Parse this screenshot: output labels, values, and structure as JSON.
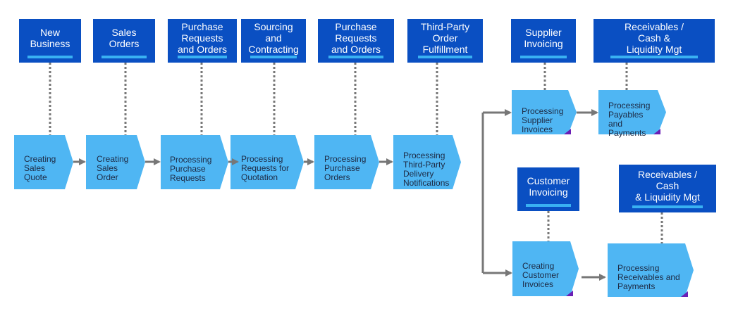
{
  "colors": {
    "header_fill": "#0a4fc2",
    "header_underline": "#39b1f2",
    "header_text": "#ffffff",
    "step_fill": "#4fb6f3",
    "step_text": "#1d2a44",
    "connector": "#777777",
    "corner_marker": "#6a1fb5"
  },
  "headers": [
    {
      "id": "new-business",
      "label": "New\nBusiness"
    },
    {
      "id": "sales-orders",
      "label": "Sales\nOrders"
    },
    {
      "id": "purchase-requests-1",
      "label": "Purchase\nRequests\nand Orders"
    },
    {
      "id": "sourcing",
      "label": "Sourcing\nand\nContracting"
    },
    {
      "id": "purchase-requests-2",
      "label": "Purchase\nRequests\nand Orders"
    },
    {
      "id": "third-party",
      "label": "Third-Party\nOrder\nFulfillment"
    },
    {
      "id": "supplier-invoicing",
      "label": "Supplier\nInvoicing"
    },
    {
      "id": "receivables-1",
      "label": "Receivables /\nCash &\nLiquidity Mgt"
    },
    {
      "id": "customer-invoicing",
      "label": "Customer\nInvoicing"
    },
    {
      "id": "receivables-2",
      "label": "Receivables /\nCash\n& Liquidity Mgt"
    }
  ],
  "steps": [
    {
      "id": "creating-sales-quote",
      "label": "Creating\nSales\nQuote"
    },
    {
      "id": "creating-sales-order",
      "label": "Creating\nSales\nOrder"
    },
    {
      "id": "processing-purchase-requests",
      "label": "Processing\nPurchase\nRequests"
    },
    {
      "id": "processing-rfq",
      "label": "Processing\nRequests for\nQuotation"
    },
    {
      "id": "processing-purchase-orders",
      "label": "Processing\nPurchase\nOrders"
    },
    {
      "id": "processing-third-party",
      "label": "Processing\nThird-Party\nDelivery\nNotifications"
    },
    {
      "id": "processing-supplier-invoices",
      "label": "Processing\nSupplier\nInvoices"
    },
    {
      "id": "processing-payables",
      "label": "Processing\nPayables\nand\nPayments"
    },
    {
      "id": "creating-customer-invoices",
      "label": "Creating\nCustomer\nInvoices"
    },
    {
      "id": "processing-receivables",
      "label": "Processing\nReceivables and\nPayments"
    }
  ]
}
